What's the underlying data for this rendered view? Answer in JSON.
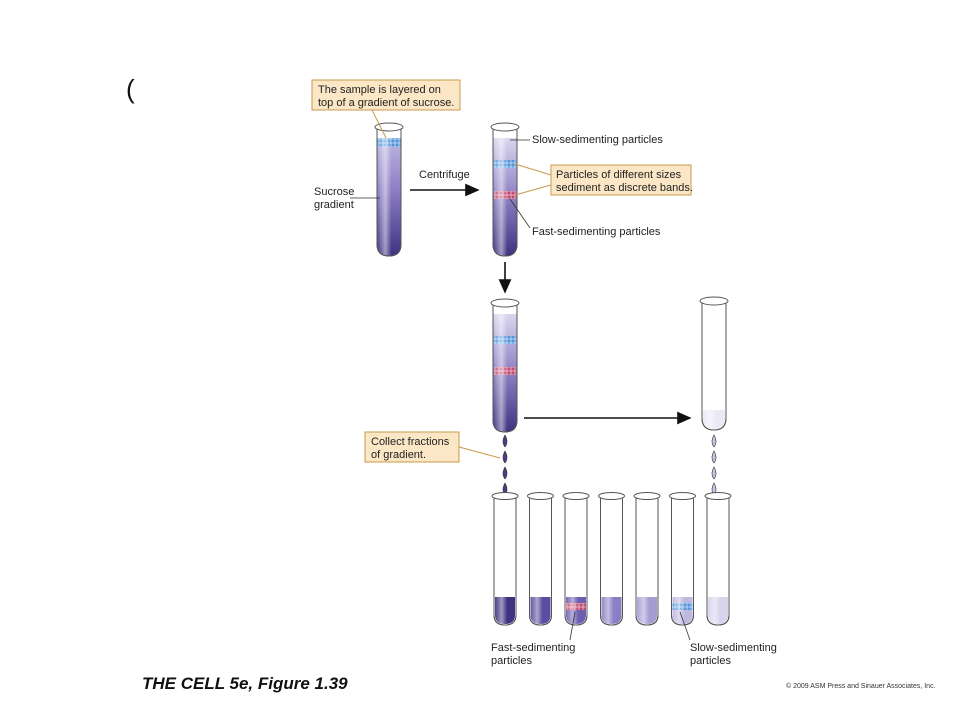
{
  "title_fragment": "(",
  "labels": {
    "callout_sample": [
      "The sample is layered on",
      "top of a gradient of sucrose."
    ],
    "sucrose_gradient": [
      "Sucrose",
      "gradient"
    ],
    "centrifuge": "Centrifuge",
    "slow_sedimenting": "Slow-sedimenting particles",
    "callout_bands": [
      "Particles of different sizes",
      "sediment as discrete bands."
    ],
    "fast_sedimenting": "Fast-sedimenting particles",
    "callout_collect": [
      "Collect fractions",
      "of gradient."
    ],
    "bottom_fast": [
      "Fast-sedimenting",
      "particles"
    ],
    "bottom_slow": [
      "Slow-sedimenting",
      "particles"
    ]
  },
  "caption": "THE CELL 5e, Figure 1.39",
  "copyright": "© 2009 ASM Press and Sinauer Associates, Inc.",
  "colors": {
    "gradient_dark": "#4a3a8c",
    "gradient_light": "#e6e2f3",
    "callout_fill": "#fbe7c6",
    "callout_border": "#c99a4e",
    "band_blue": "#6fa0d8",
    "band_red": "#c05a7a"
  }
}
